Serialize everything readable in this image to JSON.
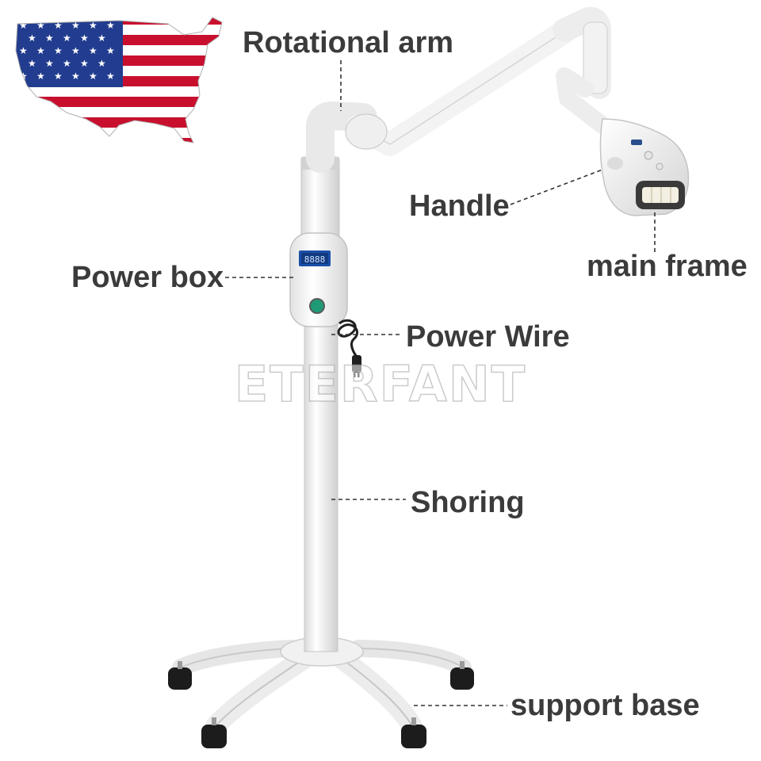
{
  "labels": {
    "rotational_arm": "Rotational arm",
    "handle": "Handle",
    "main_frame": "main frame",
    "power_box": "Power box",
    "power_wire": "Power Wire",
    "shoring": "Shoring",
    "support_base": "support base"
  },
  "display_readout": "8888",
  "watermark": "ETERFANT",
  "logo": {
    "name": "us-flag-map-logo"
  },
  "colors": {
    "label_text": "#3b3b3b",
    "device_white": "#f4f4f4",
    "display_blue": "#1b4fa8",
    "power_button": "#1e9a77",
    "flag_red": "#c8102e",
    "flag_blue": "#223d8f"
  }
}
